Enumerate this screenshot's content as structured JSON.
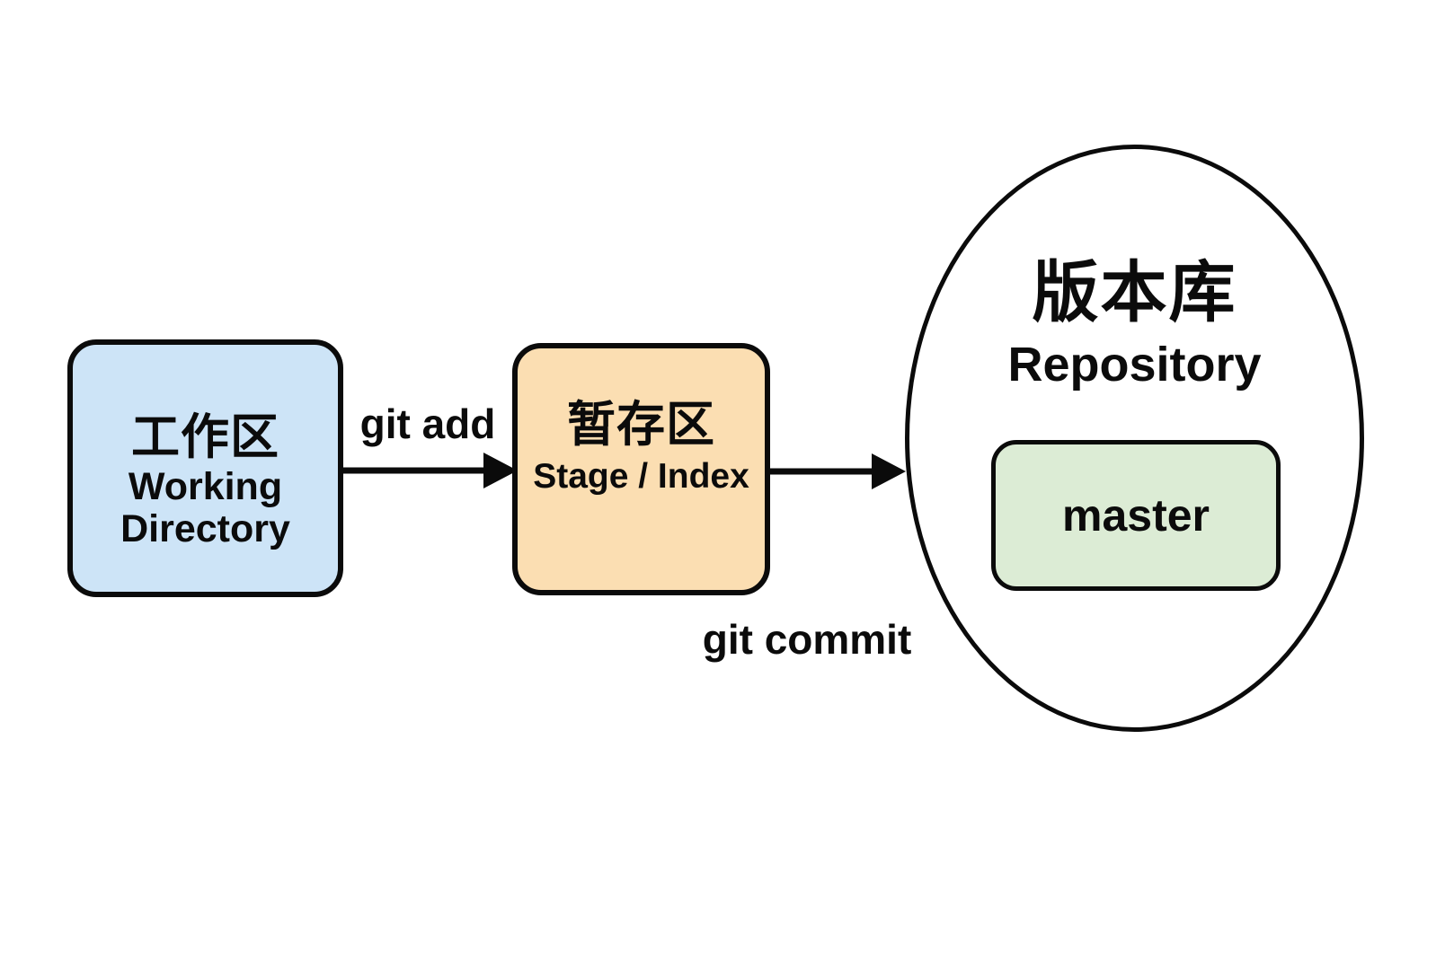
{
  "diagram": {
    "background_color": "#ffffff",
    "stroke_color": "#0b0b0b",
    "nodes": {
      "working_directory": {
        "title_zh": "工作区",
        "title_en_lines": [
          "Working",
          "Directory"
        ],
        "fill_color": "#cde4f7",
        "shape": "rounded-rectangle"
      },
      "stage": {
        "title_zh": "暂存区",
        "title_en": "Stage / Index",
        "fill_color": "#fbdeb2",
        "shape": "rounded-rectangle"
      },
      "repository": {
        "title_zh": "版本库",
        "title_en": "Repository",
        "fill_color": "#ffffff",
        "shape": "ellipse",
        "branch": {
          "label": "master",
          "fill_color": "#dcecd5",
          "shape": "rounded-rectangle"
        }
      }
    },
    "edges": [
      {
        "label": "git add",
        "from": "working_directory",
        "to": "stage"
      },
      {
        "label": "git commit",
        "from": "stage",
        "to": "repository"
      }
    ]
  }
}
